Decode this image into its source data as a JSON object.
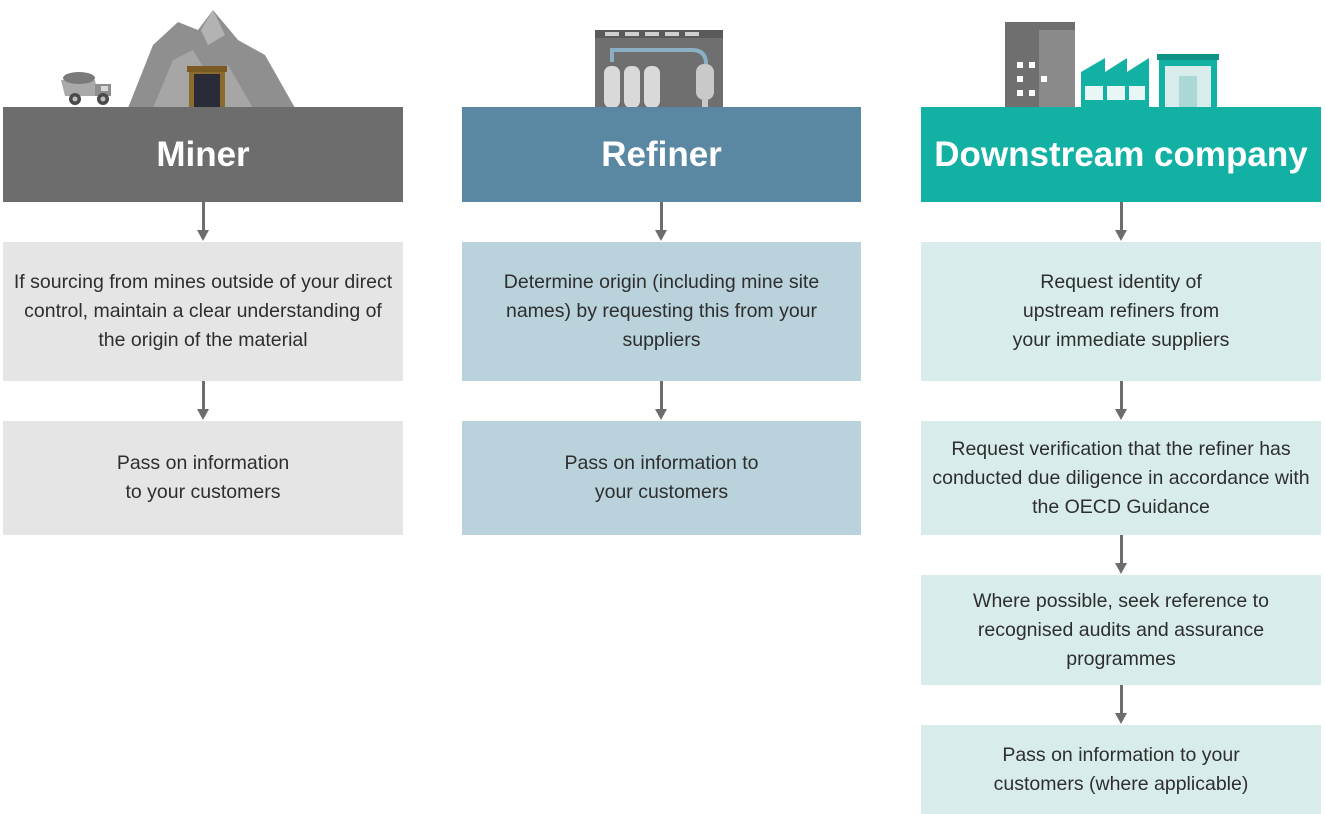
{
  "columns": [
    {
      "title": "Miner",
      "illustration": "mine-illustration",
      "steps": [
        "If sourcing from mines outside of your direct control, maintain a clear understanding of the origin of the material",
        "Pass on information to your customers"
      ]
    },
    {
      "title": "Refiner",
      "illustration": "refinery-illustration",
      "steps": [
        "Determine origin (including mine site names) by requesting this from your suppliers",
        "Pass on information to your customers"
      ]
    },
    {
      "title": "Downstream company",
      "illustration": "city-buildings-illustration",
      "steps": [
        "Request identity of upstream refiners from your immediate suppliers",
        "Request verification that the refiner has conducted due diligence in accordance with the OECD Guidance",
        "Where possible, seek reference to recognised audits and assurance programmes",
        "Pass on information to your customers (where applicable)"
      ]
    }
  ],
  "colors": {
    "miner_header": "#6d6d6d",
    "miner_box": "#e5e5e5",
    "refiner_header": "#5a88a2",
    "refiner_box": "#b9d2db",
    "downstream_header": "#13b1a4",
    "downstream_box": "#d8ecec",
    "arrow": "#6d6d6d"
  }
}
